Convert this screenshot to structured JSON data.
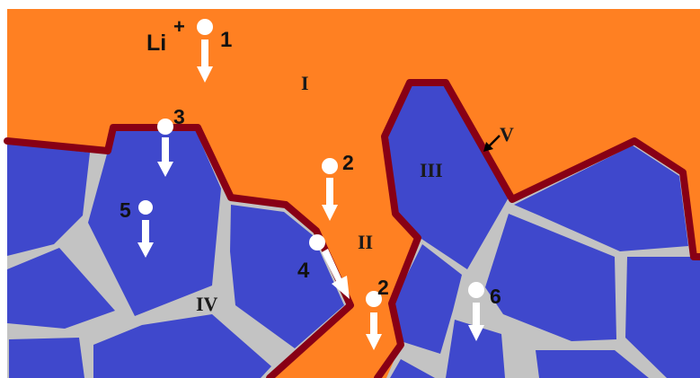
{
  "colors": {
    "electrolyte": "#FF8022",
    "grain": "#3F48CC",
    "grain_boundary": "#C3C3C3",
    "interface_line": "#880015",
    "ion": "#FFFFFF",
    "arrow": "#FFFFFF"
  },
  "ion": {
    "symbol": "Li",
    "charge": "+"
  },
  "markers": [
    {
      "id": "1",
      "label": "1"
    },
    {
      "id": "3",
      "label": "3"
    },
    {
      "id": "2a",
      "label": "2"
    },
    {
      "id": "5",
      "label": "5"
    },
    {
      "id": "4",
      "label": "4"
    },
    {
      "id": "2b",
      "label": "2"
    },
    {
      "id": "6",
      "label": "6"
    }
  ],
  "regions": [
    {
      "id": "I",
      "label": "I"
    },
    {
      "id": "II",
      "label": "II"
    },
    {
      "id": "III",
      "label": "III"
    },
    {
      "id": "IV",
      "label": "IV"
    },
    {
      "id": "V",
      "label": "V"
    }
  ]
}
